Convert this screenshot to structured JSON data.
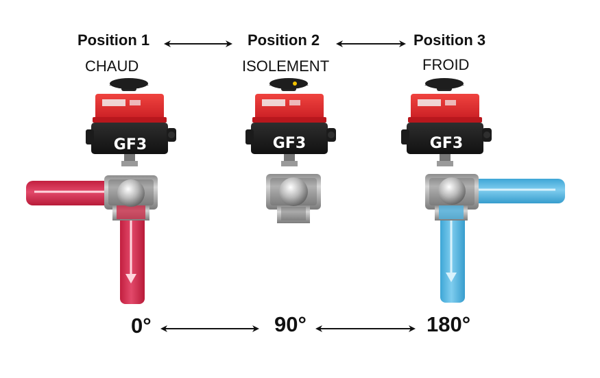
{
  "positions": [
    {
      "title": "Position 1",
      "subtitle": "CHAUD",
      "angle": "0°",
      "flow": "hot",
      "model": "GF3"
    },
    {
      "title": "Position 2",
      "subtitle": "ISOLEMENT",
      "angle": "90°",
      "flow": "none",
      "model": "GF3"
    },
    {
      "title": "Position 3",
      "subtitle": "FROID",
      "angle": "180°",
      "flow": "cold",
      "model": "GF3"
    }
  ],
  "colors": {
    "hot_pipe": "#d8304e",
    "cold_pipe": "#55b8e2",
    "actuator_red": "#e3272d",
    "actuator_black": "#1d1d1d",
    "valve_steel": "#a9a9a9",
    "text": "#111111"
  },
  "icons": [
    "double-arrow-icon",
    "valve-actuator-icon",
    "flow-arrow-icon"
  ]
}
